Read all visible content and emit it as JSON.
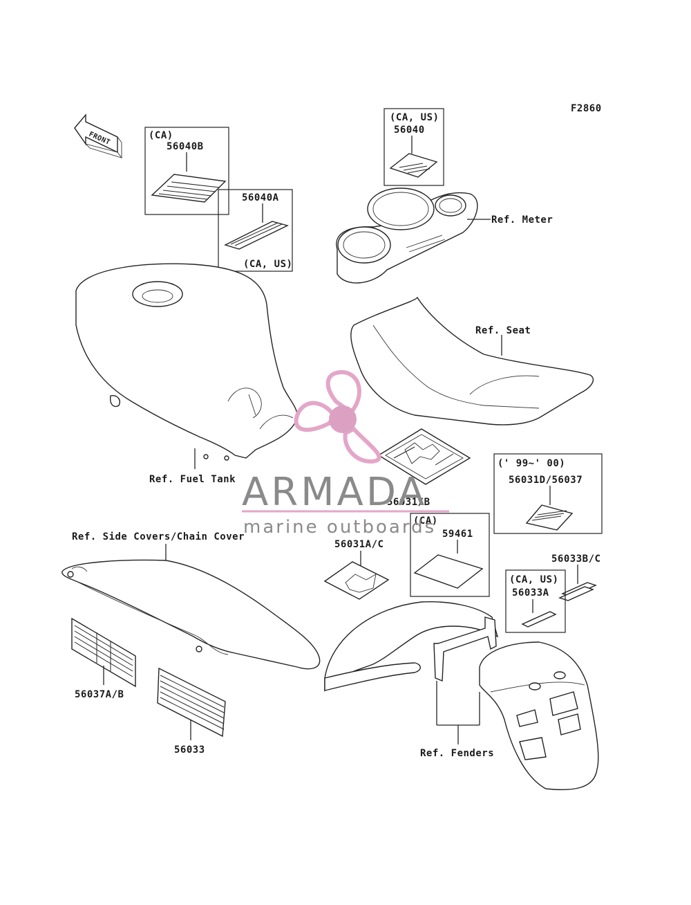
{
  "diagram": {
    "figure_code": "F2860",
    "front_arrow_label": "FRONT",
    "labels": {
      "box_56040B_region": "(CA)",
      "box_56040B_part": "56040B",
      "box_56040A_part": "56040A",
      "box_56040A_region": "(CA, US)",
      "box_56040_region": "(CA, US)",
      "box_56040_part": "56040",
      "ref_meter": "Ref. Meter",
      "ref_seat": "Ref. Seat",
      "ref_fuel_tank": "Ref. Fuel Tank",
      "part_56031_B": "56031/B",
      "box_56031D_years": "(' 99~' 00)",
      "box_56031D_part": "56031D/56037",
      "box_59461_region": "(CA)",
      "box_59461_part": "59461",
      "part_56031A_C": "56031A/C",
      "part_56033B_C": "56033B/C",
      "box_56033A_region": "(CA, US)",
      "box_56033A_part": "56033A",
      "ref_side_covers": "Ref. Side Covers/Chain Cover",
      "part_56037A_B": "56037A/B",
      "part_56033": "56033",
      "ref_fenders": "Ref. Fenders"
    }
  },
  "watermark": {
    "brand": "ARMADA",
    "tagline": "marine outboards",
    "colors": {
      "logo": "#e4a6c8",
      "logo_center": "#dca0c2",
      "text": "#8a8a8a"
    }
  }
}
